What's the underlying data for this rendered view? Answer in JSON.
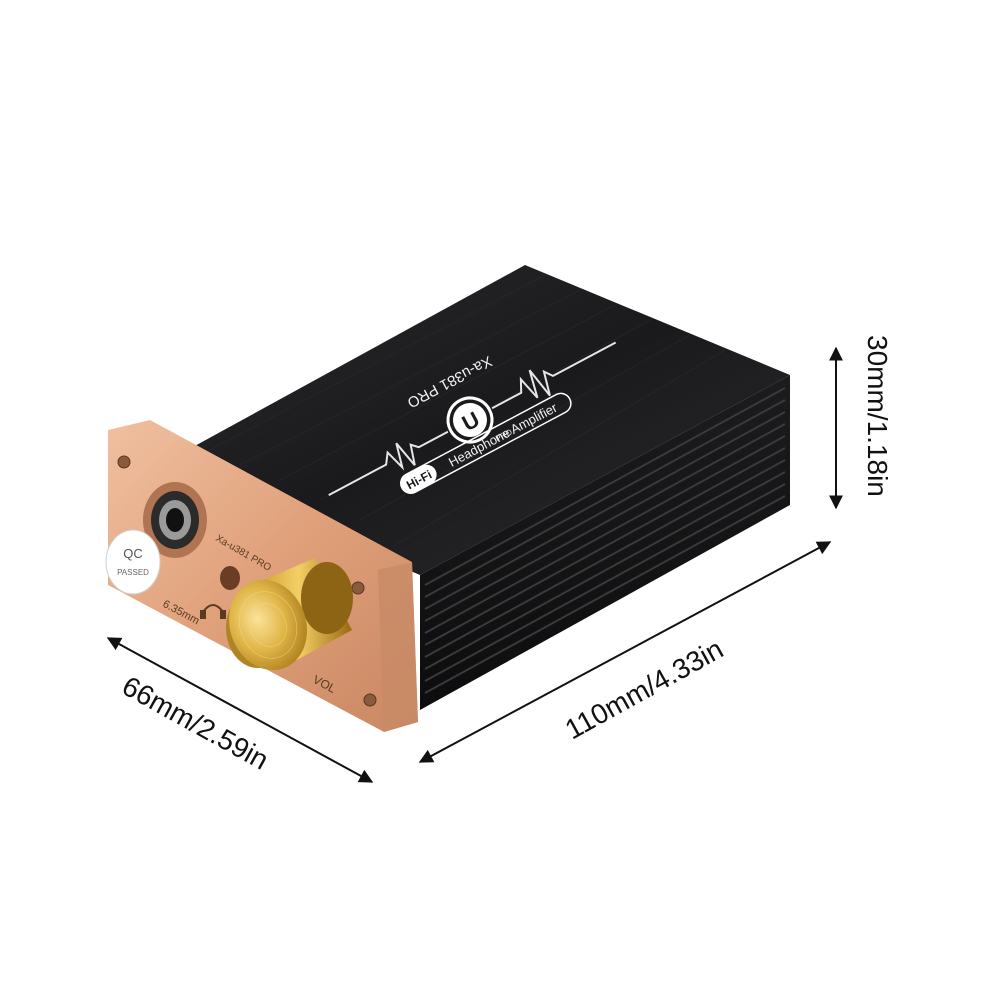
{
  "product": {
    "model": "Xa-u381 PRO",
    "hifi_badge": "Hi-Fi",
    "subtitle": "Headphone Amplifier",
    "logo_sub": "PRO",
    "front_model": "Xa-u381 PRO",
    "jack_size": "6.35mm",
    "vol_label": "VOL",
    "qc_line1": "QC",
    "qc_line2": "PASSED"
  },
  "dimensions": {
    "height": "30mm/1.18in",
    "width": "66mm/2.59in",
    "length": "110mm/4.33in"
  },
  "colors": {
    "background": "#ffffff",
    "body": "#1b1b1d",
    "face_plate": "#e2a47c",
    "knob": "#d9a92c",
    "arrow": "#111111"
  },
  "icons": [
    "headphone-icon",
    "logo-u-icon",
    "waveform-icon"
  ]
}
